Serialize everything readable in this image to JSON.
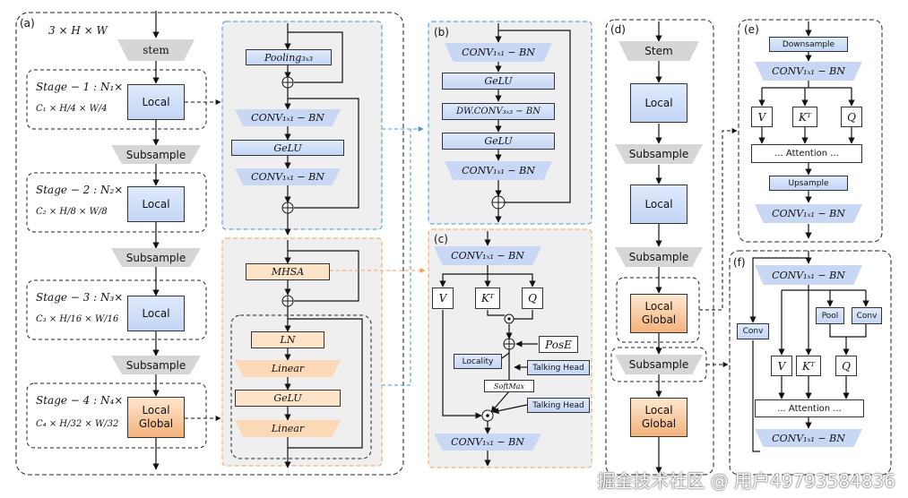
{
  "panels": {
    "a": "(a)",
    "b": "(b)",
    "c": "(c)",
    "d": "(d)",
    "e": "(e)",
    "f": "(f)"
  },
  "input_dims": "3 × H × W",
  "stem": "stem",
  "stages": [
    {
      "label": "Stage − 1 : N₁×",
      "dims": "C₁ × H/4 × W/4",
      "block": "Local"
    },
    {
      "label": "Stage − 2 : N₂×",
      "dims": "C₂ × H/8 × W/8",
      "block": "Local"
    },
    {
      "label": "Stage − 3 : N₃×",
      "dims": "C₃ × H/16 × W/16",
      "block": "Local"
    },
    {
      "label": "Stage − 4 : N₄×",
      "dims": "C₄ × H/32 × W/32",
      "block": "Local\nGlobal"
    }
  ],
  "subsample": "Subsample",
  "local_block": {
    "pooling": "Pooling₃ₓ₃",
    "conv1": "CONV₁ₓ₁ − BN",
    "gelu": "GeLU",
    "conv2": "CONV₁ₓ₁ − BN"
  },
  "global_block": {
    "mhsa": "MHSA",
    "ln": "LN",
    "linear1": "Linear",
    "gelu": "GeLU",
    "linear2": "Linear"
  },
  "panel_b": {
    "conv1": "CONV₁ₓ₁ − BN",
    "gelu1": "GeLU",
    "dwconv": "DW.CONV₃ₓ₃ − BN",
    "gelu2": "GeLU",
    "conv2": "CONV₁ₓ₁ − BN"
  },
  "panel_c": {
    "conv_in": "CONV₁ₓ₁ − BN",
    "v": "V",
    "k": "Kᵀ",
    "q": "Q",
    "pose": "PosE",
    "locality": "Locality",
    "talking1": "Talking Head",
    "softmax": "SoftMax",
    "talking2": "Talking Head",
    "conv_out": "CONV₁ₓ₁ − BN"
  },
  "panel_d": {
    "stem": "Stem",
    "local1": "Local",
    "sub1": "Subsample",
    "local2": "Local",
    "sub2": "Subsample",
    "lg1": "Local\nGlobal",
    "sub3": "Subsample",
    "lg2": "Local\nGlobal"
  },
  "panel_e": {
    "downsample": "Downsample",
    "conv1": "CONV₁ₓ₁ − BN",
    "v": "V",
    "k": "Kᵀ",
    "q": "Q",
    "attention": "... Attention ...",
    "upsample": "Upsample",
    "conv2": "CONV₁ₓ₁ − BN"
  },
  "panel_f": {
    "conv_in": "CONV₁ₓ₁ − BN",
    "conv_side": "Conv",
    "pool": "Pool",
    "conv": "Conv",
    "v": "V",
    "k": "Kᵀ",
    "q": "Q",
    "attention": "... Attention ...",
    "conv_out": "CONV₁ₓ₁ − BN"
  },
  "watermark": "掘金技术社区 @ 用户4979358483​6"
}
